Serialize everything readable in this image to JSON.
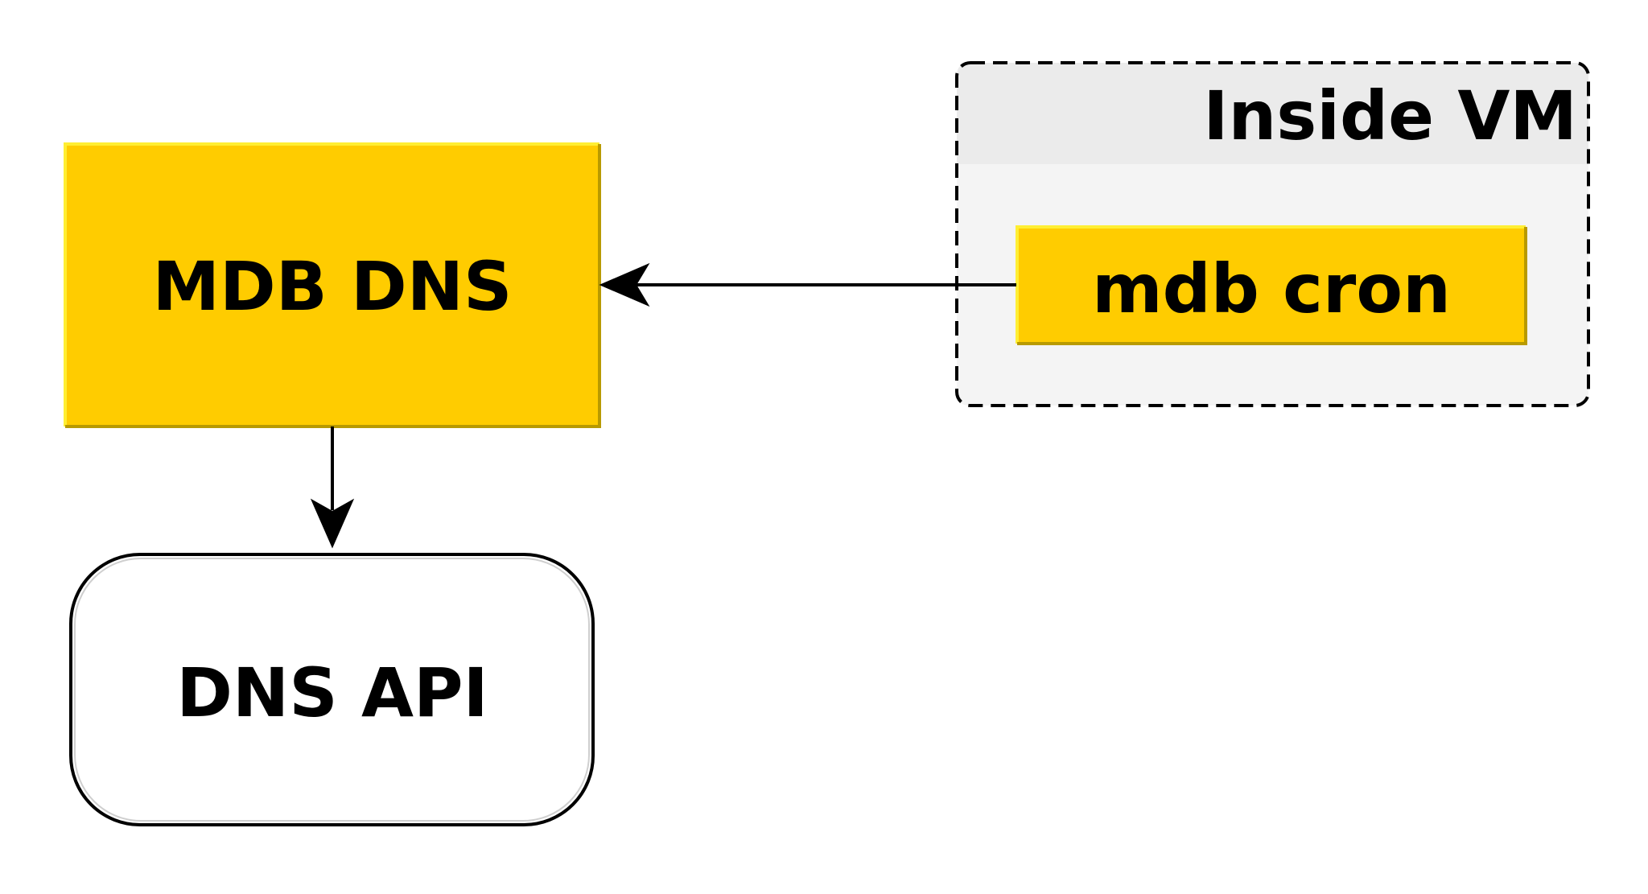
{
  "nodes": {
    "mdb_dns": {
      "label": "MDB DNS"
    },
    "dns_api": {
      "label": "DNS API"
    },
    "mdb_cron": {
      "label": "mdb cron"
    }
  },
  "group": {
    "title": "Inside VM"
  },
  "colors": {
    "node_fill": "#ffcc00",
    "node_highlight": "#ffee33",
    "node_shadow": "#b89a00",
    "group_header_fill": "#ebebeb",
    "group_body_fill": "#f4f4f4",
    "group_border": "#000000",
    "edge": "#000000",
    "text": "#000000",
    "api_fill": "#ffffff"
  },
  "edges": [
    {
      "from": "mdb cron",
      "to": "MDB DNS"
    },
    {
      "from": "MDB DNS",
      "to": "DNS API"
    }
  ]
}
